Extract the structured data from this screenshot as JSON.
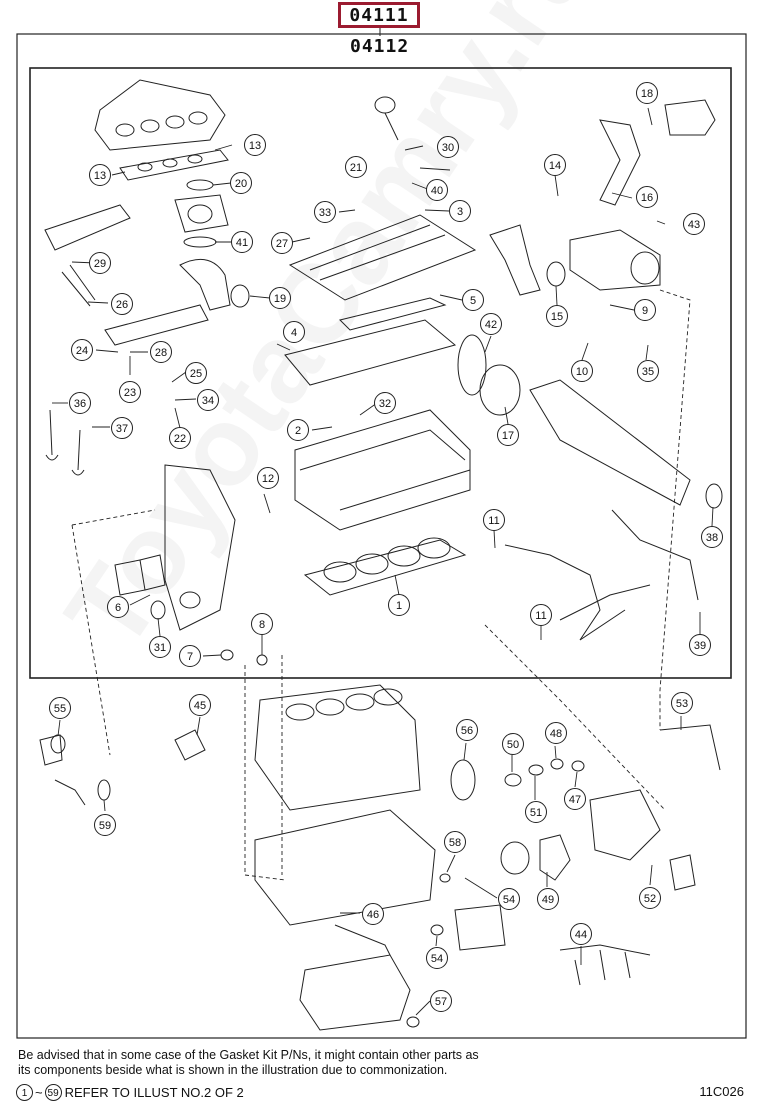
{
  "header": {
    "outer_code": "04111",
    "inner_code": "04112"
  },
  "watermark": "ToyotaCamry.ru",
  "note": {
    "line1": "Be advised that in some case of the Gasket Kit P/Ns,  it might contain other parts as",
    "line2": "its components beside what is shown in the illustration due to commonization."
  },
  "footer": {
    "range_start": "1",
    "separator": "~",
    "range_end": "59",
    "text": "REFER TO ILLUST NO.2 OF 2",
    "code": "11C026"
  },
  "callouts": [
    {
      "id": "c1",
      "label": "1"
    },
    {
      "id": "c2",
      "label": "2"
    },
    {
      "id": "c3",
      "label": "3"
    },
    {
      "id": "c4",
      "label": "4"
    },
    {
      "id": "c5",
      "label": "5"
    },
    {
      "id": "c6",
      "label": "6"
    },
    {
      "id": "c7",
      "label": "7"
    },
    {
      "id": "c8",
      "label": "8"
    },
    {
      "id": "c9",
      "label": "9"
    },
    {
      "id": "c10",
      "label": "10"
    },
    {
      "id": "c11a",
      "label": "11"
    },
    {
      "id": "c11b",
      "label": "11"
    },
    {
      "id": "c12",
      "label": "12"
    },
    {
      "id": "c13a",
      "label": "13"
    },
    {
      "id": "c13b",
      "label": "13"
    },
    {
      "id": "c14",
      "label": "14"
    },
    {
      "id": "c15",
      "label": "15"
    },
    {
      "id": "c16",
      "label": "16"
    },
    {
      "id": "c17",
      "label": "17"
    },
    {
      "id": "c18",
      "label": "18"
    },
    {
      "id": "c19",
      "label": "19"
    },
    {
      "id": "c20",
      "label": "20"
    },
    {
      "id": "c21",
      "label": "21"
    },
    {
      "id": "c22",
      "label": "22"
    },
    {
      "id": "c23",
      "label": "23"
    },
    {
      "id": "c24",
      "label": "24"
    },
    {
      "id": "c25",
      "label": "25"
    },
    {
      "id": "c26",
      "label": "26"
    },
    {
      "id": "c27",
      "label": "27"
    },
    {
      "id": "c28",
      "label": "28"
    },
    {
      "id": "c29",
      "label": "29"
    },
    {
      "id": "c30",
      "label": "30"
    },
    {
      "id": "c31",
      "label": "31"
    },
    {
      "id": "c32",
      "label": "32"
    },
    {
      "id": "c33",
      "label": "33"
    },
    {
      "id": "c34",
      "label": "34"
    },
    {
      "id": "c35",
      "label": "35"
    },
    {
      "id": "c36",
      "label": "36"
    },
    {
      "id": "c37",
      "label": "37"
    },
    {
      "id": "c38",
      "label": "38"
    },
    {
      "id": "c39",
      "label": "39"
    },
    {
      "id": "c40",
      "label": "40"
    },
    {
      "id": "c41",
      "label": "41"
    },
    {
      "id": "c42",
      "label": "42"
    },
    {
      "id": "c43",
      "label": "43"
    },
    {
      "id": "c44",
      "label": "44"
    },
    {
      "id": "c45",
      "label": "45"
    },
    {
      "id": "c46",
      "label": "46"
    },
    {
      "id": "c47",
      "label": "47"
    },
    {
      "id": "c48",
      "label": "48"
    },
    {
      "id": "c49",
      "label": "49"
    },
    {
      "id": "c50",
      "label": "50"
    },
    {
      "id": "c51",
      "label": "51"
    },
    {
      "id": "c52",
      "label": "52"
    },
    {
      "id": "c53",
      "label": "53"
    },
    {
      "id": "c54a",
      "label": "54"
    },
    {
      "id": "c54b",
      "label": "54"
    },
    {
      "id": "c55",
      "label": "55"
    },
    {
      "id": "c56",
      "label": "56"
    },
    {
      "id": "c57",
      "label": "57"
    },
    {
      "id": "c58",
      "label": "58"
    },
    {
      "id": "c59",
      "label": "59"
    }
  ]
}
